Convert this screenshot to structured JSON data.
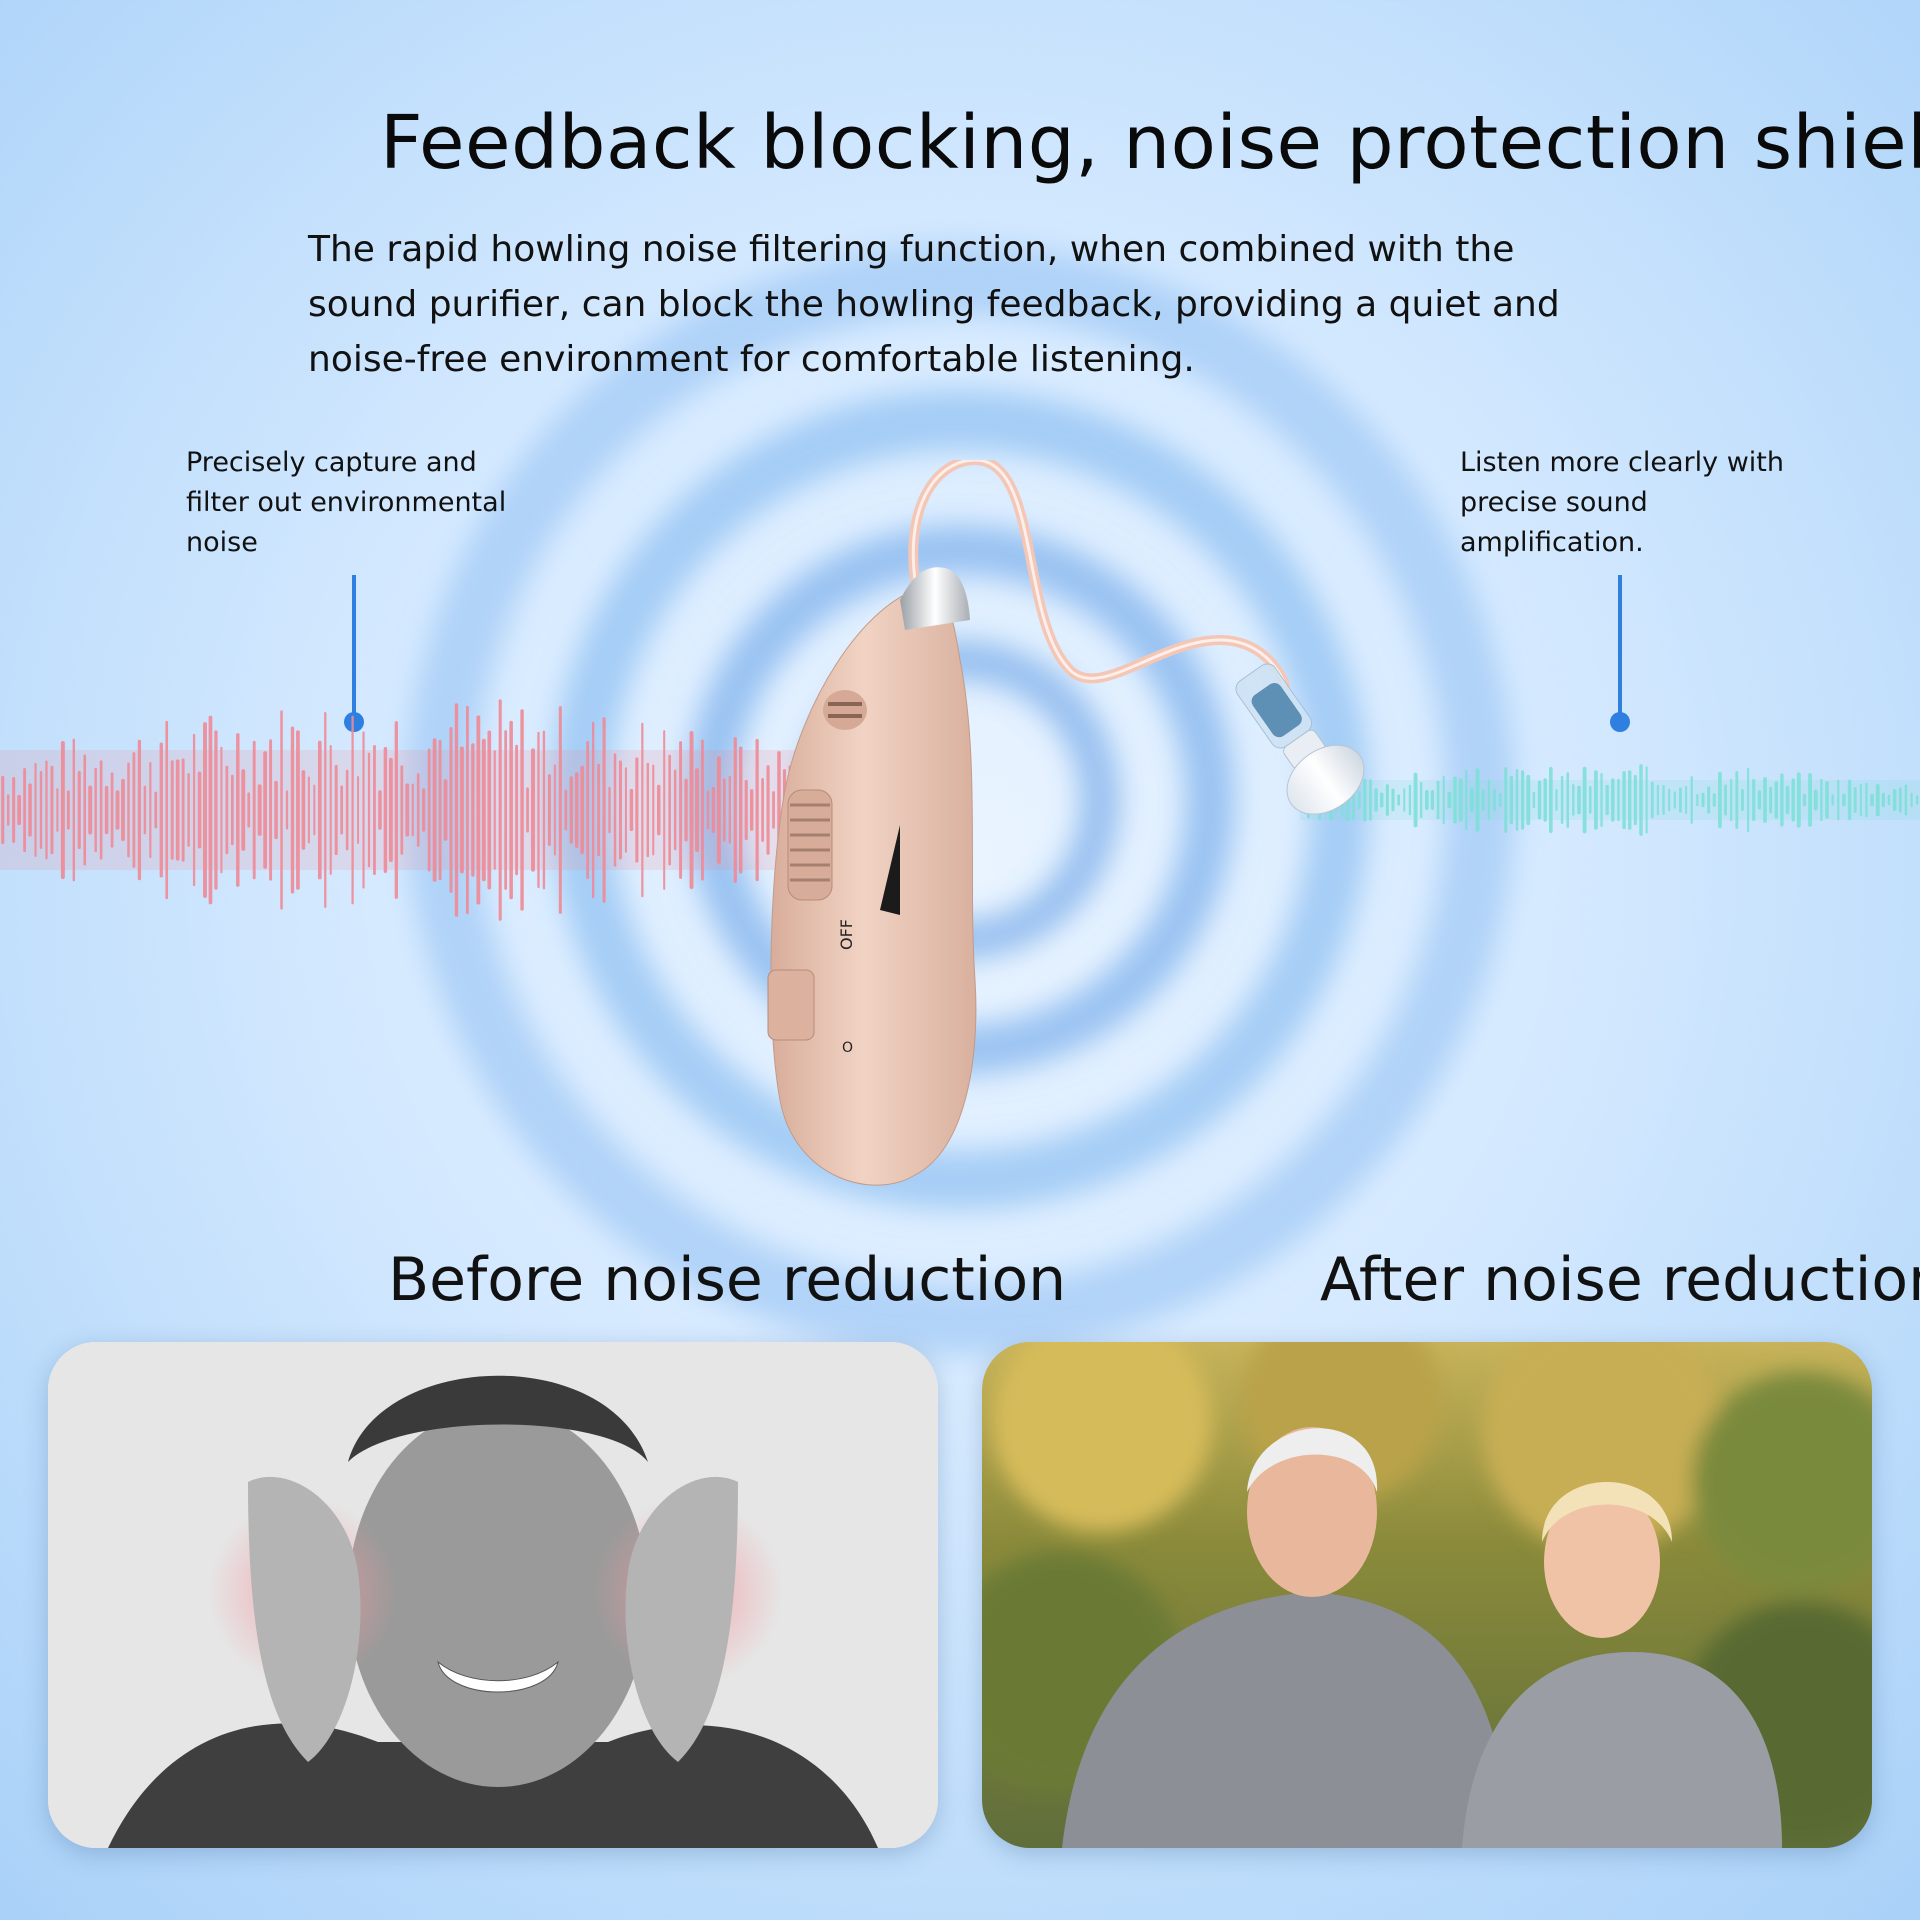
{
  "title": "Feedback blocking, noise protection shield",
  "intro": "The rapid howling noise filtering function, when combined with the sound purifier, can block the howling feedback, providing a quiet and noise-free environment for comfortable listening.",
  "callouts": {
    "left": "Precisely capture and filter out environmental noise",
    "right": "Listen more clearly with precise sound amplification."
  },
  "device": {
    "switch_off_label": "OFF",
    "switch_on_label": "O"
  },
  "sections": {
    "before": "Before noise reduction",
    "after": "After noise reduction"
  },
  "colors": {
    "pin": "#2f7fe0",
    "noisy_wave": "#f08a96",
    "clean_wave": "#7fe0d8",
    "device_body": "#ecc9b8"
  }
}
